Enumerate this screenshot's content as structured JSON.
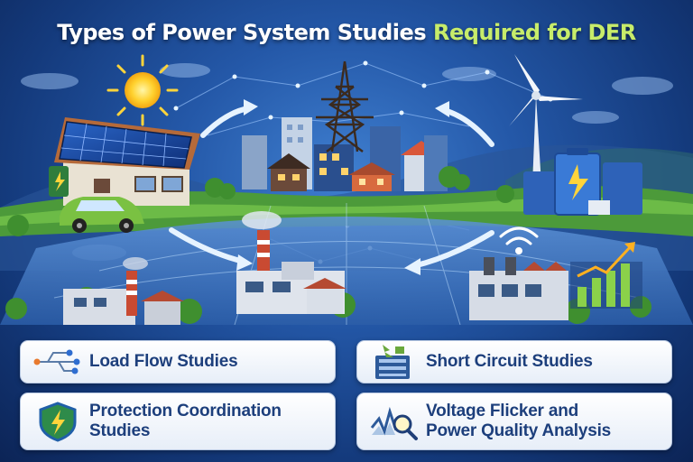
{
  "title": {
    "main": "Types of Power System Studies",
    "accent": "Required for DER"
  },
  "studies": [
    {
      "label": "Load Flow Studies",
      "icon": "circuit-nodes-icon"
    },
    {
      "label": "Short Circuit Studies",
      "icon": "circuit-breaker-icon"
    },
    {
      "label_line1": "Protection Coordination",
      "label_line2": "Studies",
      "icon": "shield-lightning-icon"
    },
    {
      "label_line1": "Voltage Flicker and",
      "label_line2": "Power Quality Analysis",
      "icon": "waveform-magnifier-icon"
    }
  ],
  "colors": {
    "title": "#ffffff",
    "title_accent": "#c7ec6a",
    "panel_text": "#1d3f7c",
    "sky": "#2458a8",
    "grass": "#4c9a3a"
  }
}
